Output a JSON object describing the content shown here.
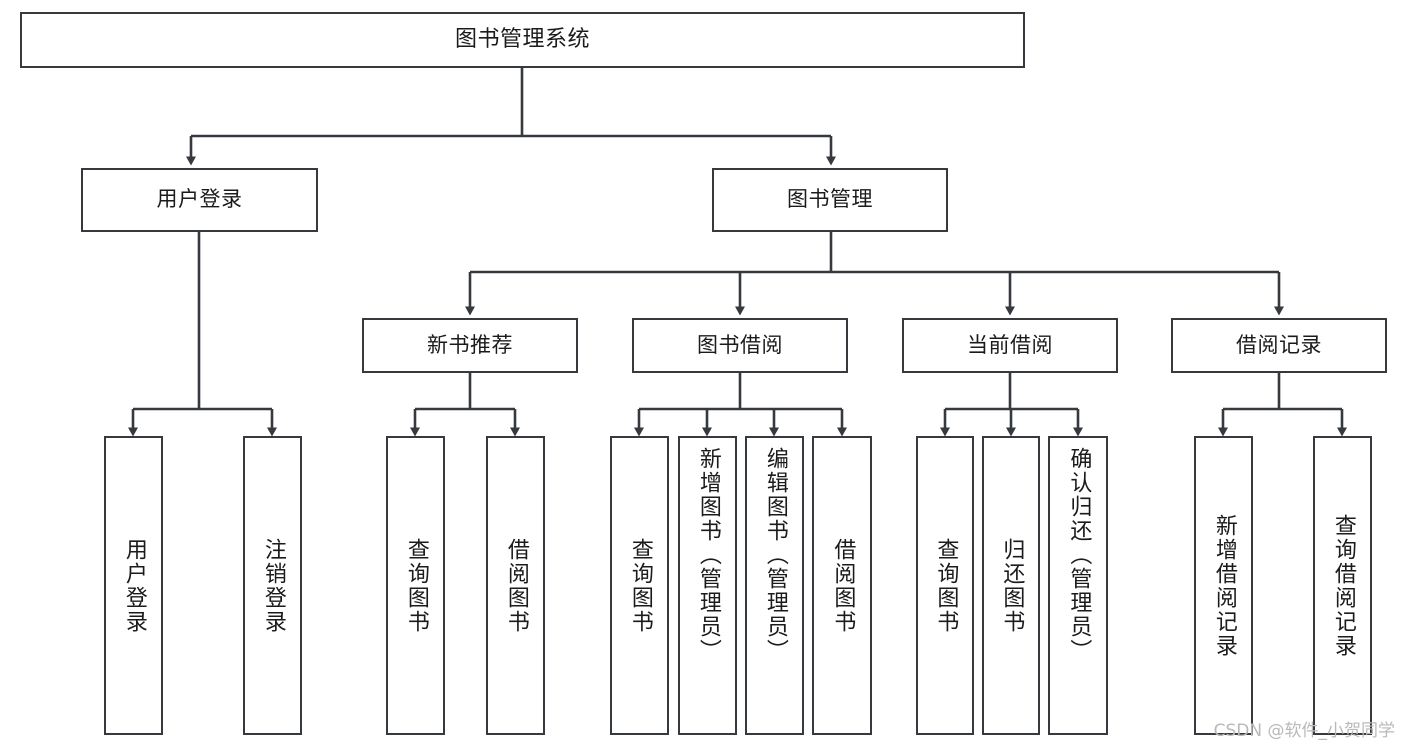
{
  "diagram": {
    "title": "图书管理系统",
    "watermark": "CSDN @软件_小贺同学",
    "line_color": "#36393d",
    "box_fill": "#ffffff",
    "text_color": "#1b1b1b",
    "root": {
      "label": "图书管理系统"
    },
    "level2": [
      {
        "label": "用户登录"
      },
      {
        "label": "图书管理"
      }
    ],
    "level3": [
      {
        "label": "新书推荐"
      },
      {
        "label": "图书借阅"
      },
      {
        "label": "当前借阅"
      },
      {
        "label": "借阅记录"
      }
    ],
    "leaves": {
      "user_login": [
        {
          "label": "用户登录"
        },
        {
          "label": "注销登录"
        }
      ],
      "new_book_recommend": [
        {
          "label": "查询图书"
        },
        {
          "label": "借阅图书"
        }
      ],
      "book_borrow": [
        {
          "label": "查询图书"
        },
        {
          "label": "新增图书（管理员）"
        },
        {
          "label": "编辑图书（管理员）"
        },
        {
          "label": "借阅图书"
        }
      ],
      "current_borrow": [
        {
          "label": "查询图书"
        },
        {
          "label": "归还图书"
        },
        {
          "label": "确认归还（管理员）"
        }
      ],
      "borrow_record": [
        {
          "label": "新增借阅记录"
        },
        {
          "label": "查询借阅记录"
        }
      ]
    }
  }
}
